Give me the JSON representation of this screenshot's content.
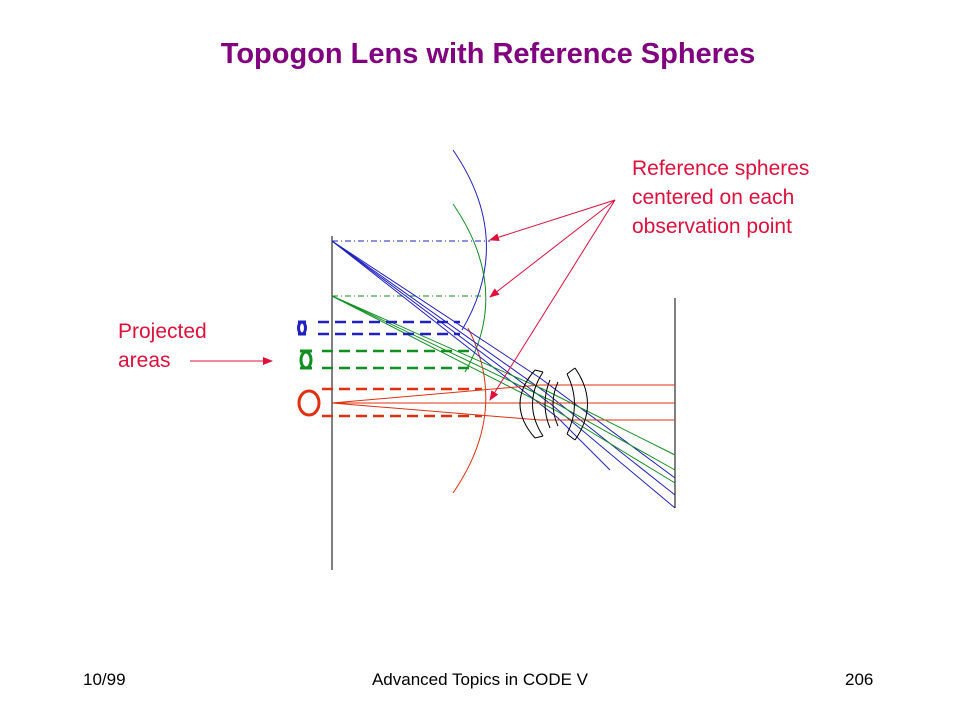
{
  "title": "Topogon Lens with Reference Spheres",
  "annotations": {
    "reference_spheres": [
      "Reference spheres",
      "centered on each",
      "observation point"
    ],
    "projected_areas": [
      "Projected",
      "areas"
    ]
  },
  "footer": {
    "date": "10/99",
    "course": "Advanced Topics in CODE V",
    "page": "206"
  },
  "colors": {
    "title": "#800080",
    "annotation": "#e0103c",
    "field_top": "#2020c0",
    "field_mid": "#109020",
    "field_axis": "#e03010",
    "structure": "#000000"
  }
}
